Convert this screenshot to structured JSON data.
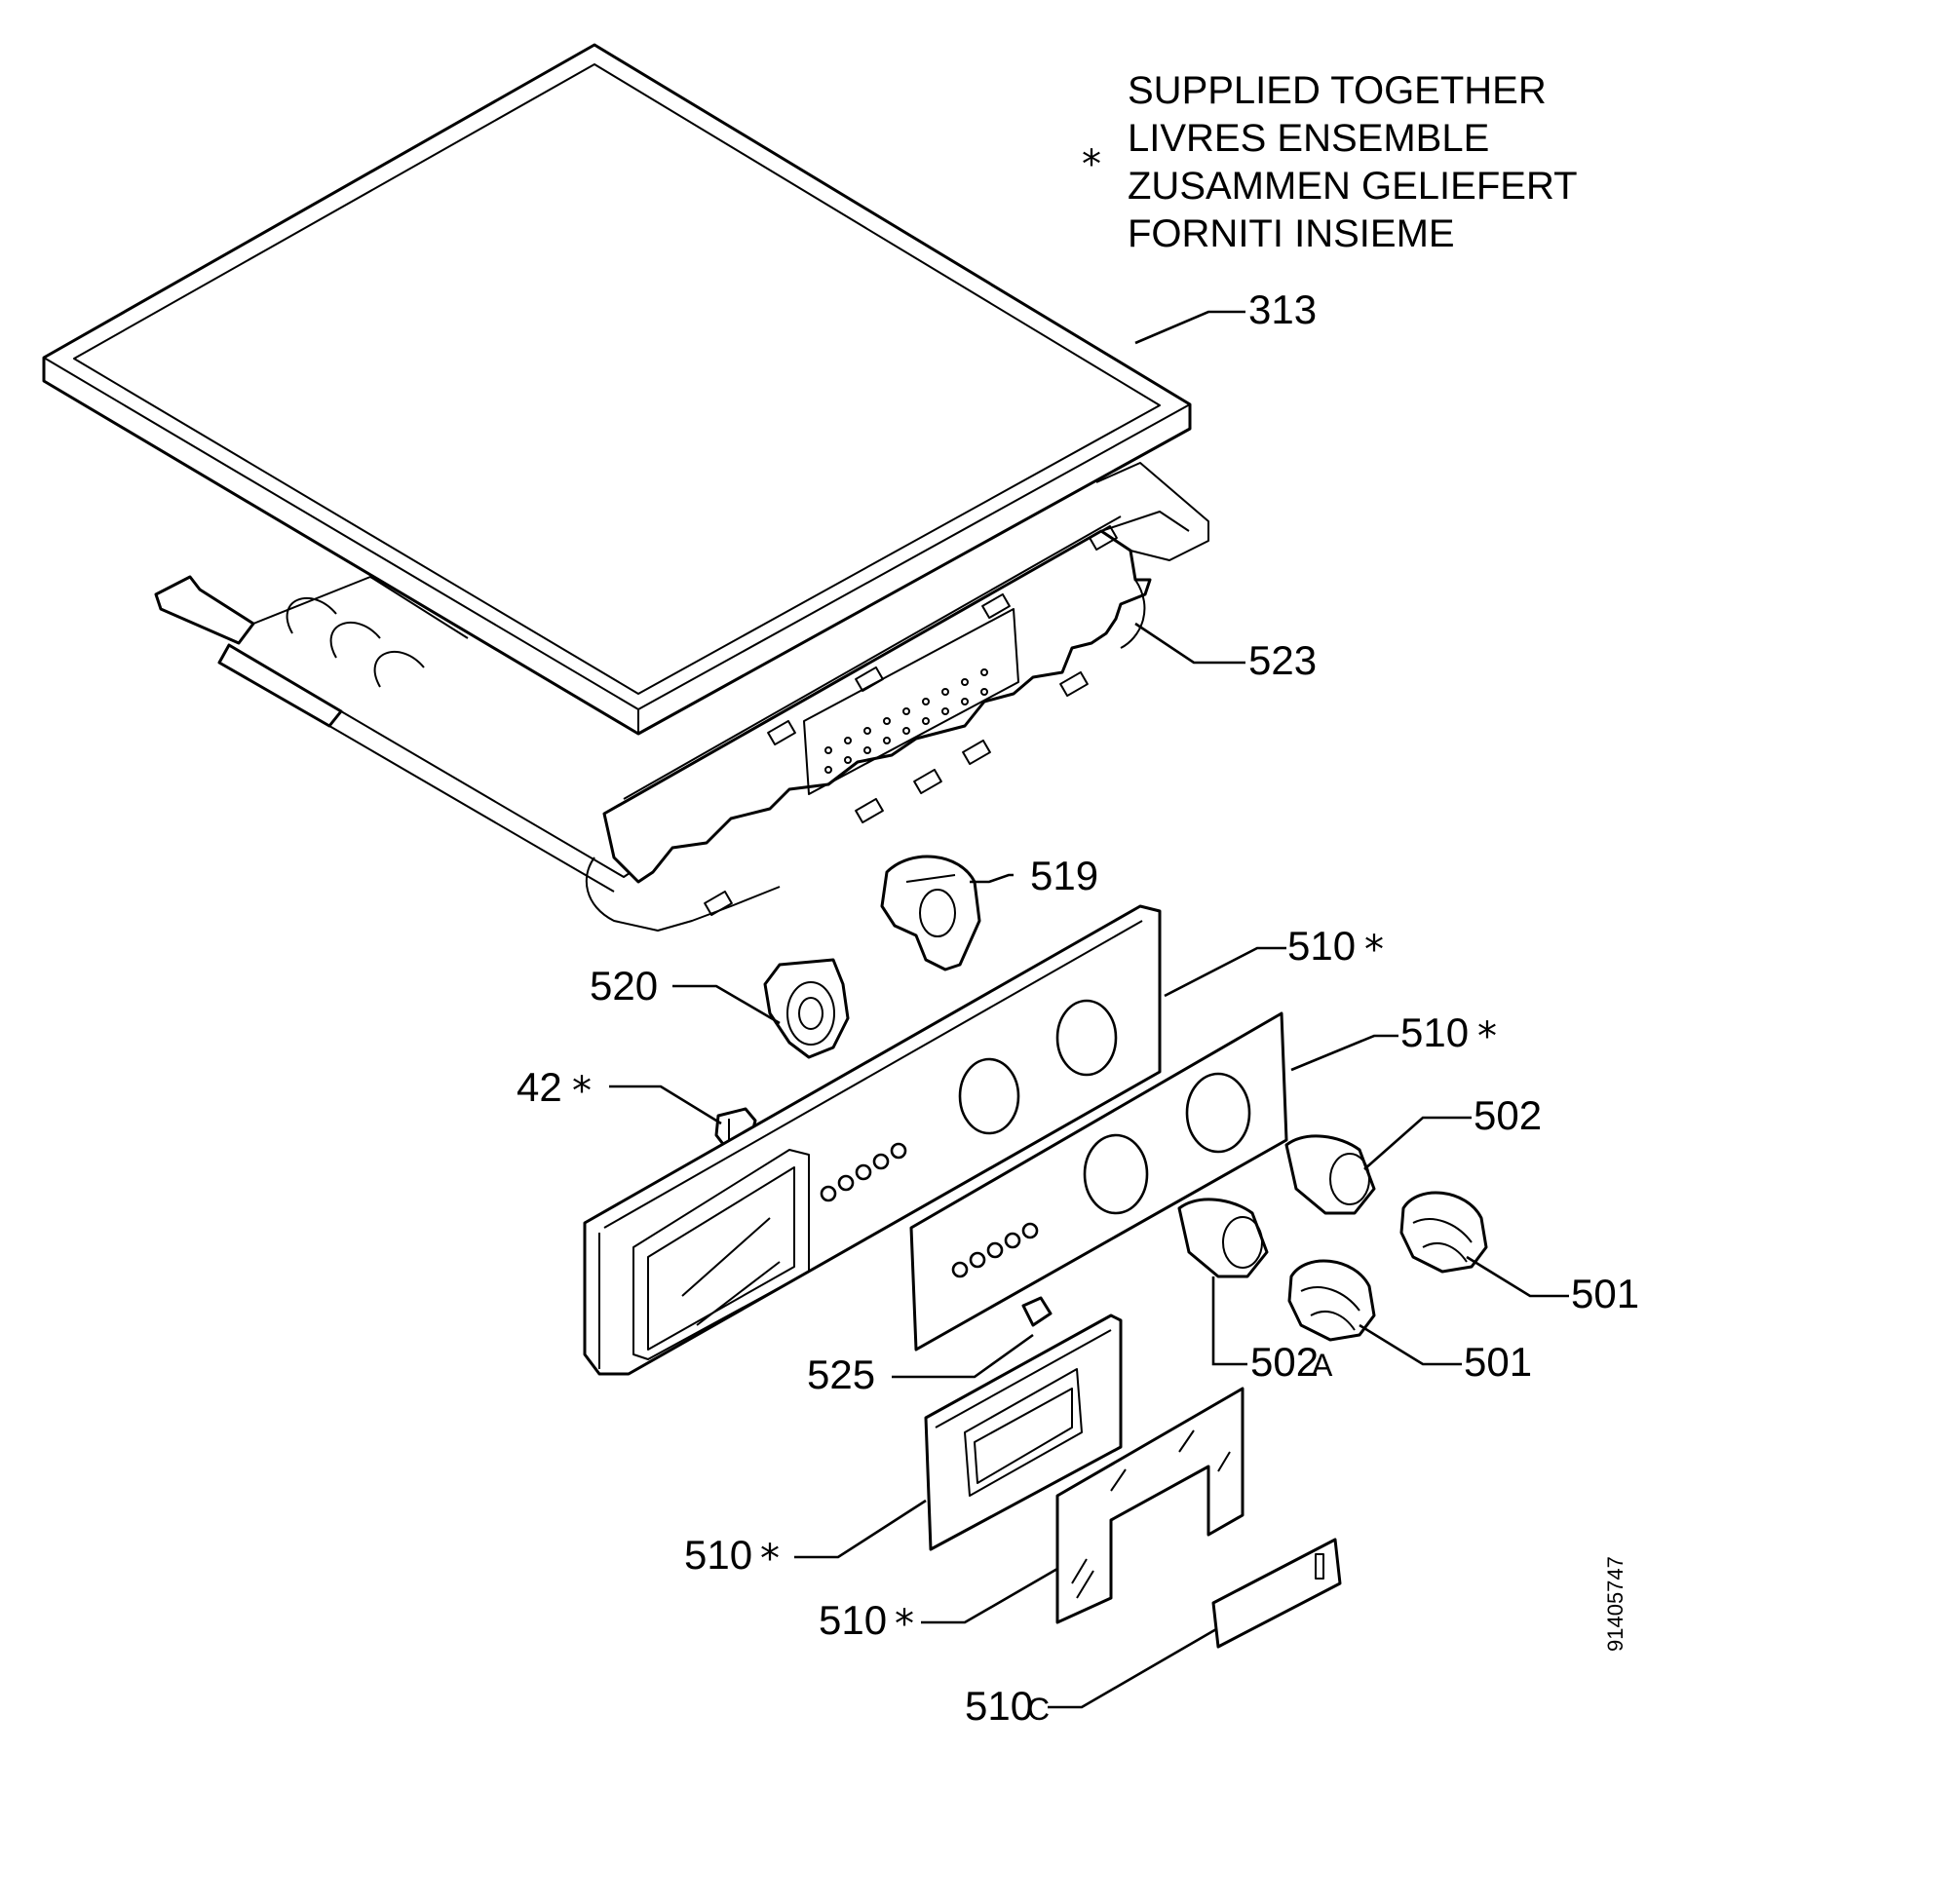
{
  "legend": {
    "marker": "*",
    "lines": [
      "SUPPLIED TOGETHER",
      "LIVRES ENSEMBLE",
      "ZUSAMMEN GELIEFERT",
      "FORNITI INSIEME"
    ]
  },
  "drawing_code": "91405747",
  "callouts": {
    "worktop": "313",
    "panel_support": "523",
    "bracket_519": "519",
    "bracket_520": "520",
    "clip": "42",
    "control_panel": "510",
    "panel_overlay": "510",
    "adapter_upper": "502",
    "adapter_lower": "502",
    "adapter_lower_suffix": "A",
    "knob_upper": "501",
    "knob_lower": "501",
    "pin": "525",
    "drawer_front": "510",
    "drawer_window": "510",
    "label_plate": "510",
    "label_plate_suffix": "C",
    "supplied_together_marker": "*"
  }
}
